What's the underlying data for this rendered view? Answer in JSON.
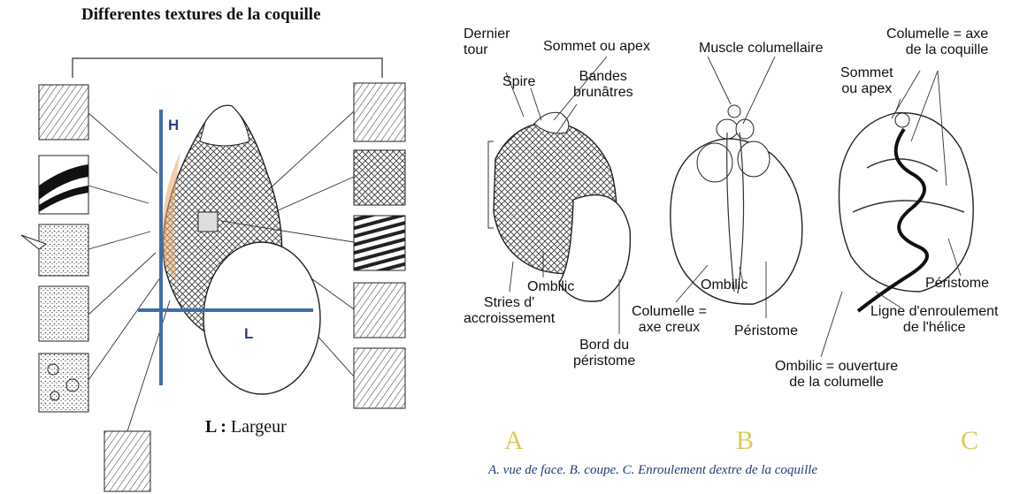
{
  "left_panel": {
    "title": "Differentes textures de la coquille",
    "axis_h": "H",
    "axis_l": "L",
    "legend_key": "L :",
    "legend_value": "Largeur"
  },
  "figure_a": {
    "letter": "A",
    "labels": {
      "dernier_tour": "Dernier\ntour",
      "spire": "Spire",
      "sommet": "Sommet ou apex",
      "bandes": "Bandes\nbrunâtres",
      "ombilic": "Ombilic",
      "stries": "Stries d'\naccroissement",
      "bord": "Bord du\npéristome"
    }
  },
  "figure_b": {
    "letter": "B",
    "labels": {
      "muscle": "Muscle columellaire",
      "ombilic": "Ombilic",
      "columelle": "Columelle =\naxe creux",
      "peristome": "Péristome"
    }
  },
  "figure_c": {
    "letter": "C",
    "labels": {
      "columelle_axe": "Columelle = axe\nde la coquille",
      "sommet": "Sommet\nou apex",
      "peristome": "Péristome",
      "ligne": "Ligne d'enroulement\nde l'hélice",
      "ombilic": "Ombilic = ouverture\nde la columelle"
    }
  },
  "caption": "A. vue de face. B. coupe. C. Enroulement dextre de la coquille",
  "colors": {
    "axis_blue": "#3f6ea8",
    "orange_glow": "#e9a566",
    "letter_yellow": "#d8cc5a",
    "caption_blue": "#1f3b78"
  }
}
